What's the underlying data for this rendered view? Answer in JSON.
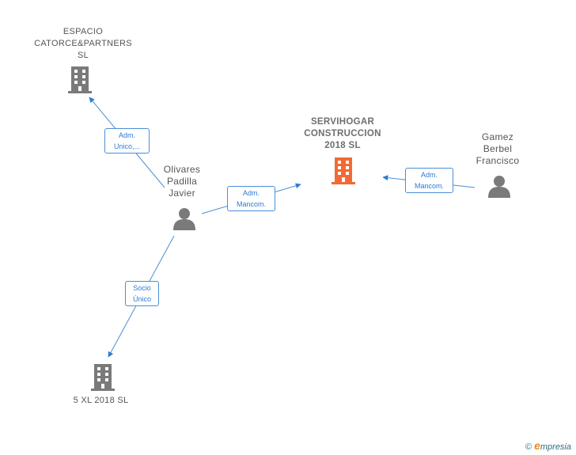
{
  "nodes": {
    "espacio": {
      "label": [
        "ESPACIO",
        "CATORCE&PARTNERS",
        "SL"
      ],
      "kind": "company"
    },
    "servihogar": {
      "label": [
        "SERVIHOGAR",
        "CONSTRUCCION",
        "2018  SL"
      ],
      "kind": "company-main"
    },
    "olivares": {
      "label": [
        "Olivares",
        "Padilla",
        "Javier"
      ],
      "kind": "person"
    },
    "gamez": {
      "label": [
        "Gamez",
        "Berbel",
        "Francisco"
      ],
      "kind": "person"
    },
    "xl": {
      "label": [
        "5 XL 2018  SL"
      ],
      "kind": "company"
    }
  },
  "edges": {
    "olivares_espacio": [
      "Adm.",
      "Unico,..."
    ],
    "olivares_servihogar": [
      "Adm.",
      "Mancom."
    ],
    "gamez_servihogar": [
      "Adm.",
      "Mancom."
    ],
    "olivares_xl": [
      "Socio",
      "Único"
    ]
  },
  "colors": {
    "edge": "#2f7bd2",
    "company": "#7a7a7a",
    "main_company": "#f26a35",
    "person": "#7a7a7a"
  },
  "footer": {
    "copyright": "©",
    "brand_e": "e",
    "brand_rest": "mpresia"
  }
}
